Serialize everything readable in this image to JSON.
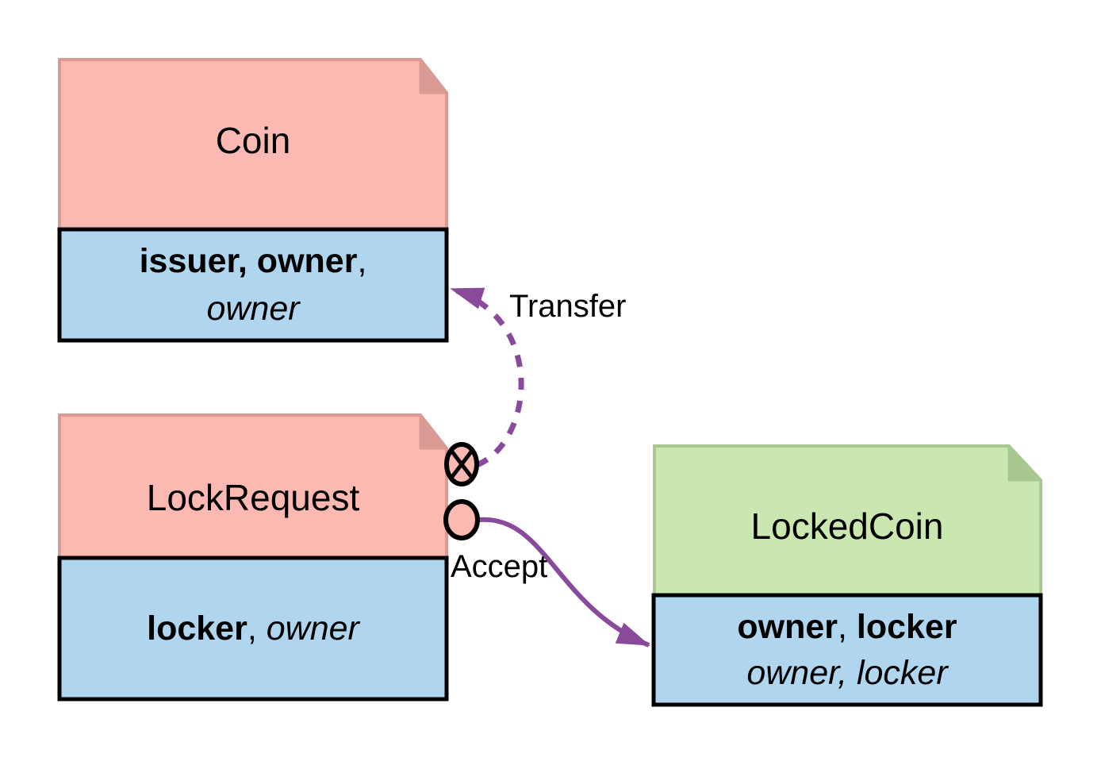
{
  "diagram": {
    "type": "contract-model-diagram",
    "background_color": "#ffffff",
    "colors": {
      "template_fill_pink": "#FBB9B1",
      "template_border_pink": "#D99B94",
      "template_fill_green": "#C9E7AE",
      "template_border_green": "#A9C88F",
      "attributes_fill_blue": "#AFD5EF",
      "attributes_border_black": "#000000",
      "edge_purple": "#8A4A9B",
      "text_black": "#000000"
    },
    "icons": {
      "consuming_choice": "circle-x-icon",
      "nonconsuming_choice": "circle-icon"
    },
    "nodes": {
      "coin": {
        "title": "Coin",
        "attr_line1_bold": "issuer, owner",
        "attr_line1_regular": ",",
        "attr_line2_italic": "owner"
      },
      "lock_request": {
        "title": "LockRequest",
        "attr_bold": "locker",
        "attr_regular": ", ",
        "attr_italic": "owner"
      },
      "locked_coin": {
        "title": "LockedCoin",
        "attr_line1_bold1": "owner",
        "attr_line1_regular": ", ",
        "attr_line1_bold2": "locker",
        "attr_line2_italic": "owner, locker"
      }
    },
    "edges": {
      "transfer": {
        "label": "Transfer",
        "style": "dashed",
        "from": "LockRequest choice (consuming)",
        "to": "Coin"
      },
      "accept": {
        "label": "Accept",
        "style": "solid",
        "from": "LockRequest choice (nonconsuming)",
        "to": "LockedCoin"
      }
    }
  }
}
